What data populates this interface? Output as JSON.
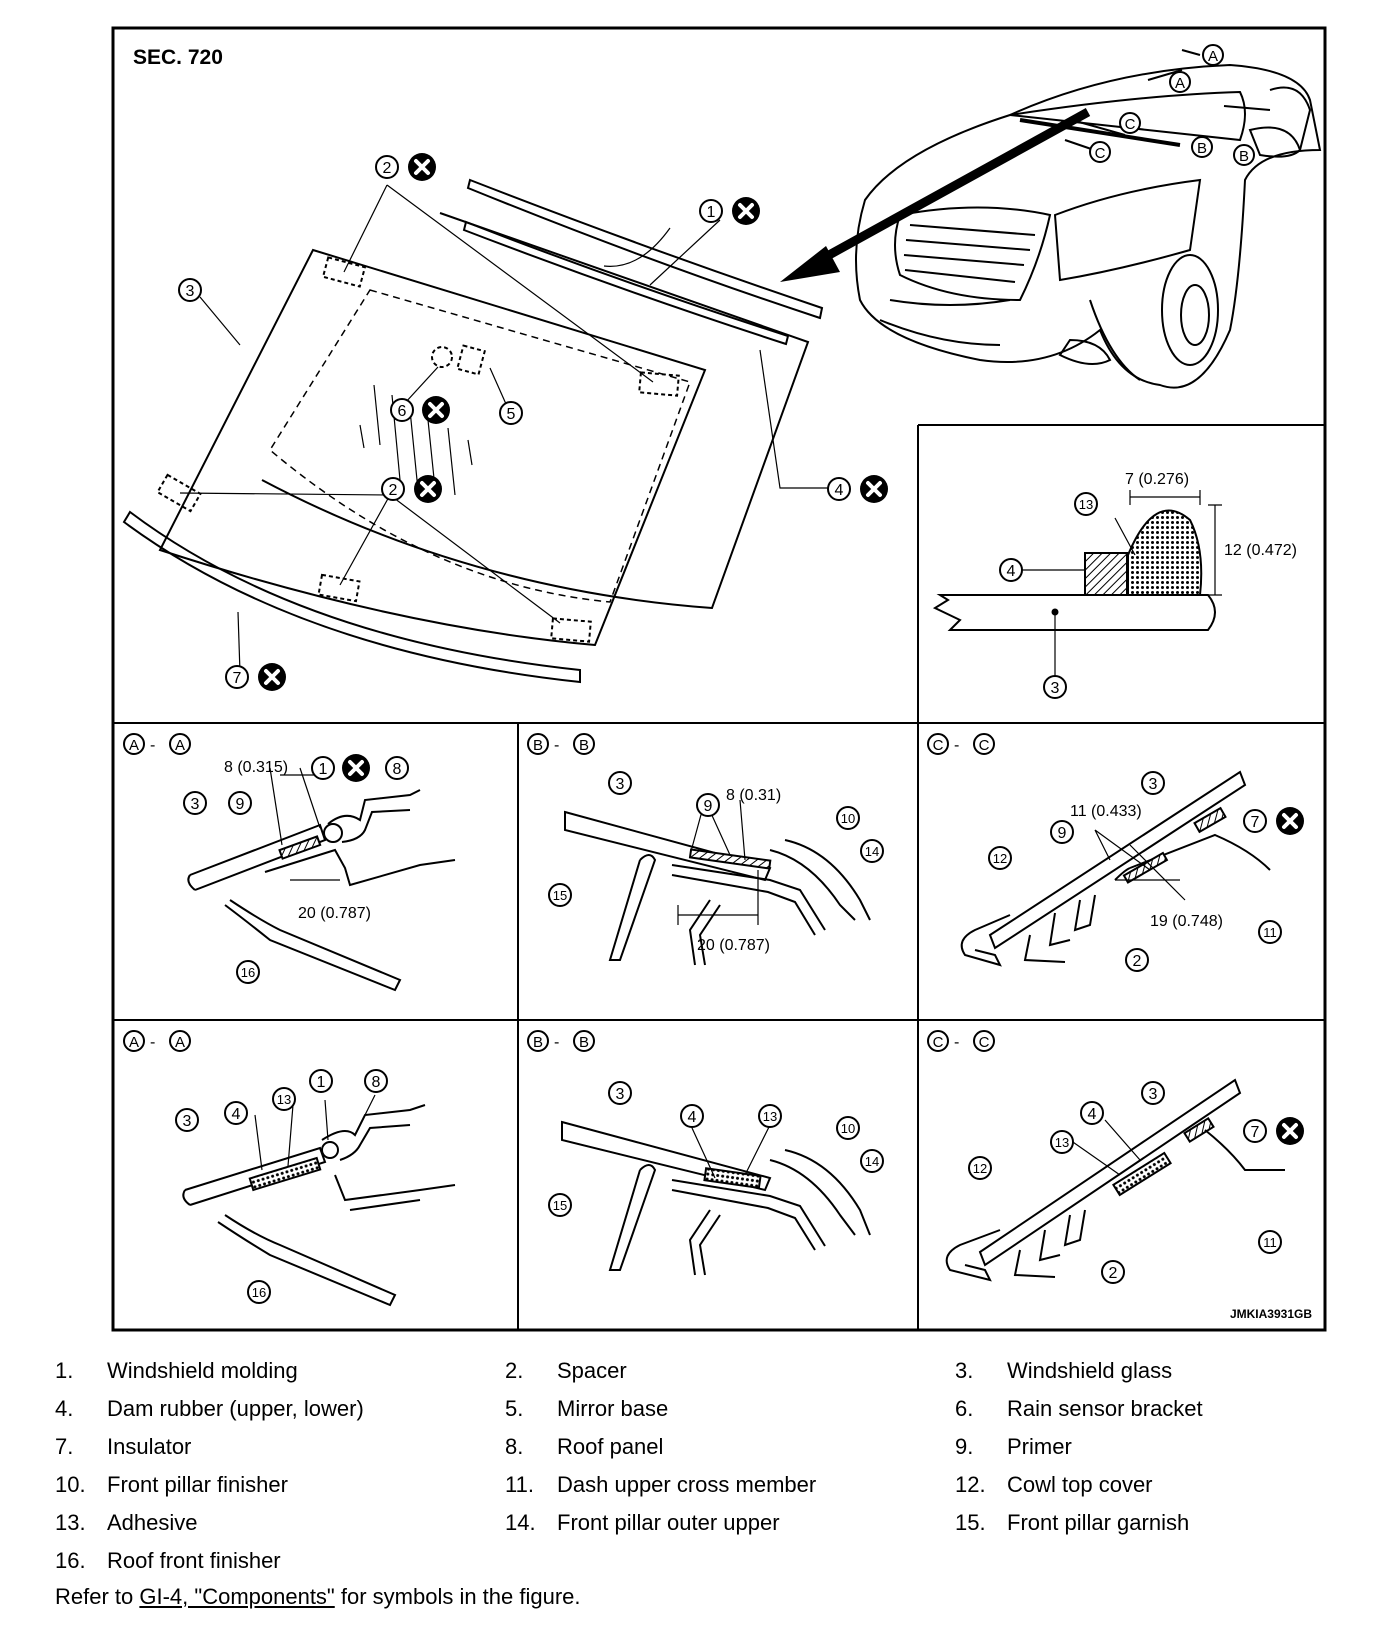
{
  "section": "SEC. 720",
  "figure_code": "JMKIA3931GB",
  "dimensions": {
    "bead_width": "7 (0.276)",
    "bead_height": "12 (0.472)",
    "aa_overlap": "8 (0.315)",
    "aa_width": "20 (0.787)",
    "bb_overlap": "8 (0.31)",
    "bb_width": "20 (0.787)",
    "cc_overlap": "11 (0.433)",
    "cc_width": "19 (0.748)"
  },
  "section_labels": {
    "aa_left": "A",
    "aa_right": "A",
    "bb_left": "B",
    "bb_right": "B",
    "cc_left": "C",
    "cc_right": "C",
    "dash": "-"
  },
  "callouts": {
    "n1": "1",
    "n2": "2",
    "n3": "3",
    "n4": "4",
    "n5": "5",
    "n6": "6",
    "n7": "7",
    "n8": "8",
    "n9": "9",
    "n10": "10",
    "n11": "11",
    "n12": "12",
    "n13": "13",
    "n14": "14",
    "n15": "15",
    "n16": "16"
  },
  "legend": [
    {
      "num": "1.",
      "label": "Windshield molding"
    },
    {
      "num": "2.",
      "label": "Spacer"
    },
    {
      "num": "3.",
      "label": "Windshield glass"
    },
    {
      "num": "4.",
      "label": "Dam rubber (upper, lower)"
    },
    {
      "num": "5.",
      "label": "Mirror base"
    },
    {
      "num": "6.",
      "label": "Rain sensor bracket"
    },
    {
      "num": "7.",
      "label": "Insulator"
    },
    {
      "num": "8.",
      "label": "Roof panel"
    },
    {
      "num": "9.",
      "label": "Primer"
    },
    {
      "num": "10.",
      "label": "Front pillar finisher"
    },
    {
      "num": "11.",
      "label": "Dash upper cross member"
    },
    {
      "num": "12.",
      "label": "Cowl top cover"
    },
    {
      "num": "13.",
      "label": "Adhesive"
    },
    {
      "num": "14.",
      "label": "Front pillar outer upper"
    },
    {
      "num": "15.",
      "label": "Front pillar garnish"
    },
    {
      "num": "16.",
      "label": "Roof front finisher"
    }
  ],
  "footer": {
    "prefix": "Refer to ",
    "link_text": "GI-4, \"Components\"",
    "suffix": " for symbols in the figure."
  }
}
